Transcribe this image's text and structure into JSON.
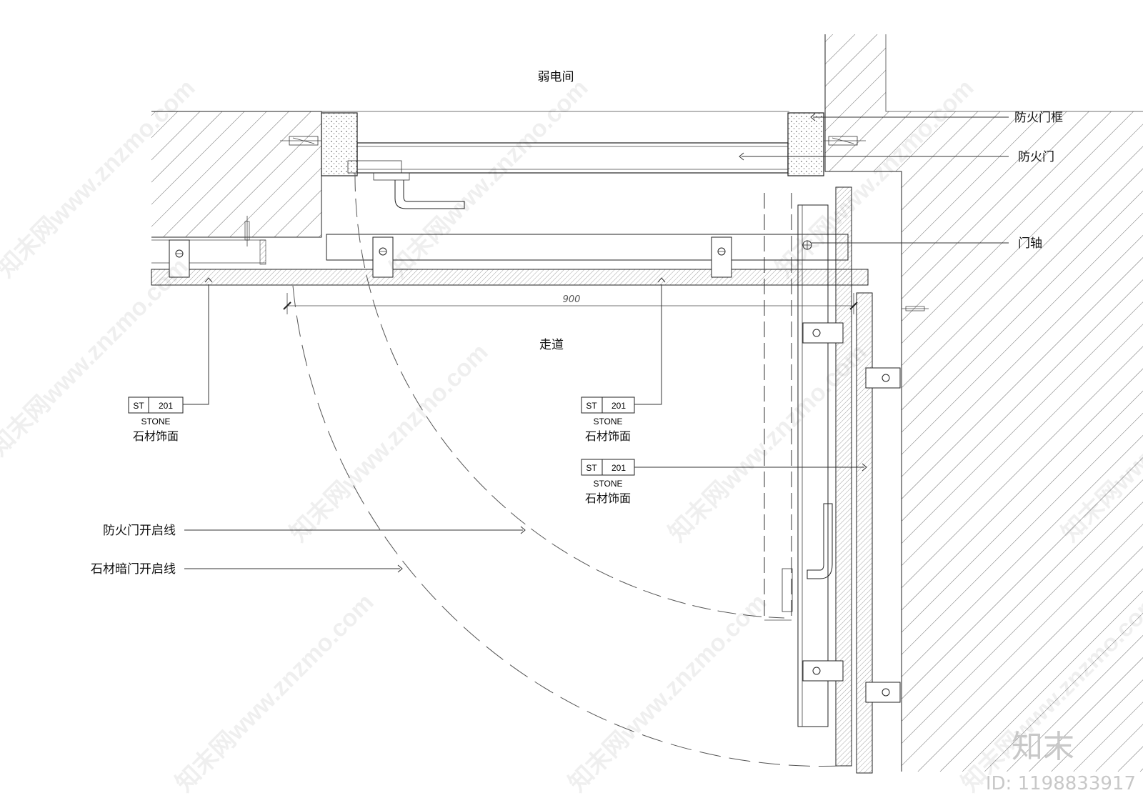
{
  "rooms": {
    "top_room": "弱电间",
    "corridor": "走道"
  },
  "callouts": {
    "fire_door_frame": "防火门框",
    "fire_door": "防火门",
    "door_pivot": "门轴",
    "fire_door_swing": "防火门开启线",
    "stone_door_swing": "石材暗门开启线"
  },
  "material_tags": [
    {
      "code": "ST",
      "number": "201",
      "name_en": "STONE",
      "name_zh": "石材饰面"
    },
    {
      "code": "ST",
      "number": "201",
      "name_en": "STONE",
      "name_zh": "石材饰面"
    },
    {
      "code": "ST",
      "number": "201",
      "name_en": "STONE",
      "name_zh": "石材饰面"
    }
  ],
  "dimensions": {
    "door_width": "900"
  },
  "watermark": {
    "text": "知末网www.znzmo.com",
    "brand": "知末",
    "image_id": "ID: 1198833917"
  }
}
